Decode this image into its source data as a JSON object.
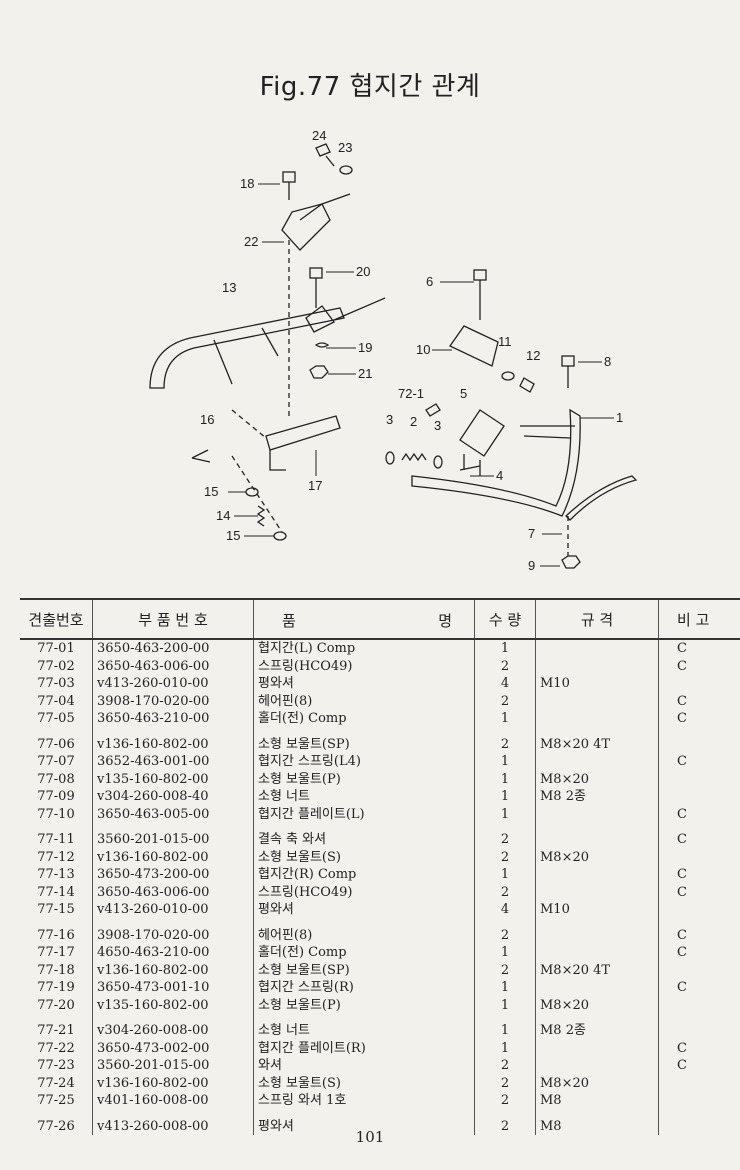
{
  "title": "Fig.77 협지간 관계",
  "callouts": [
    "24",
    "23",
    "18",
    "22",
    "20",
    "13",
    "19",
    "21",
    "16",
    "17",
    "15",
    "14",
    "15",
    "6",
    "11",
    "12",
    "8",
    "10",
    "72-1",
    "5",
    "1",
    "3",
    "2",
    "3",
    "4",
    "7",
    "9"
  ],
  "table": {
    "headers": [
      "견출번호",
      "부 품 번 호",
      "품",
      "명",
      "수 량",
      "규 격",
      "비 고"
    ],
    "rows": [
      {
        "no": "77-01",
        "part": "3650-463-200-00",
        "name": "협지간(L) Comp",
        "qty": "1",
        "spec": "",
        "note": "C"
      },
      {
        "no": "77-02",
        "part": "3650-463-006-00",
        "name": "스프링(HCO49)",
        "qty": "2",
        "spec": "",
        "note": "C"
      },
      {
        "no": "77-03",
        "part": "v413-260-010-00",
        "name": "평와셔",
        "qty": "4",
        "spec": "M10",
        "note": ""
      },
      {
        "no": "77-04",
        "part": "3908-170-020-00",
        "name": "헤어핀(8)",
        "qty": "2",
        "spec": "",
        "note": "C"
      },
      {
        "no": "77-05",
        "part": "3650-463-210-00",
        "name": "홀더(전) Comp",
        "qty": "1",
        "spec": "",
        "note": "C"
      },
      {
        "no": "77-06",
        "part": "v136-160-802-00",
        "name": "소형 보울트(SP)",
        "qty": "2",
        "spec": "M8×20 4T",
        "note": ""
      },
      {
        "no": "77-07",
        "part": "3652-463-001-00",
        "name": "협지간 스프링(L4)",
        "qty": "1",
        "spec": "",
        "note": "C"
      },
      {
        "no": "77-08",
        "part": "v135-160-802-00",
        "name": "소형 보울트(P)",
        "qty": "1",
        "spec": "M8×20",
        "note": ""
      },
      {
        "no": "77-09",
        "part": "v304-260-008-40",
        "name": "소형 너트",
        "qty": "1",
        "spec": "M8 2종",
        "note": ""
      },
      {
        "no": "77-10",
        "part": "3650-463-005-00",
        "name": "협지간 플레이트(L)",
        "qty": "1",
        "spec": "",
        "note": "C"
      },
      {
        "no": "77-11",
        "part": "3560-201-015-00",
        "name": "결속 축 와셔",
        "qty": "2",
        "spec": "",
        "note": "C"
      },
      {
        "no": "77-12",
        "part": "v136-160-802-00",
        "name": "소형 보울트(S)",
        "qty": "2",
        "spec": "M8×20",
        "note": ""
      },
      {
        "no": "77-13",
        "part": "3650-473-200-00",
        "name": "협지간(R) Comp",
        "qty": "1",
        "spec": "",
        "note": "C"
      },
      {
        "no": "77-14",
        "part": "3650-463-006-00",
        "name": "스프링(HCO49)",
        "qty": "2",
        "spec": "",
        "note": "C"
      },
      {
        "no": "77-15",
        "part": "v413-260-010-00",
        "name": "평와셔",
        "qty": "4",
        "spec": "M10",
        "note": ""
      },
      {
        "no": "77-16",
        "part": "3908-170-020-00",
        "name": "헤어핀(8)",
        "qty": "2",
        "spec": "",
        "note": "C"
      },
      {
        "no": "77-17",
        "part": "4650-463-210-00",
        "name": "홀더(전) Comp",
        "qty": "1",
        "spec": "",
        "note": "C"
      },
      {
        "no": "77-18",
        "part": "v136-160-802-00",
        "name": "소형 보울트(SP)",
        "qty": "2",
        "spec": "M8×20 4T",
        "note": ""
      },
      {
        "no": "77-19",
        "part": "3650-473-001-10",
        "name": "협지간 스프링(R)",
        "qty": "1",
        "spec": "",
        "note": "C"
      },
      {
        "no": "77-20",
        "part": "v135-160-802-00",
        "name": "소형 보울트(P)",
        "qty": "1",
        "spec": "M8×20",
        "note": ""
      },
      {
        "no": "77-21",
        "part": "v304-260-008-00",
        "name": "소형 너트",
        "qty": "1",
        "spec": "M8 2종",
        "note": ""
      },
      {
        "no": "77-22",
        "part": "3650-473-002-00",
        "name": "협지간 플레이트(R)",
        "qty": "1",
        "spec": "",
        "note": "C"
      },
      {
        "no": "77-23",
        "part": "3560-201-015-00",
        "name": "와셔",
        "qty": "2",
        "spec": "",
        "note": "C"
      },
      {
        "no": "77-24",
        "part": "v136-160-802-00",
        "name": "소형 보울트(S)",
        "qty": "2",
        "spec": "M8×20",
        "note": ""
      },
      {
        "no": "77-25",
        "part": "v401-160-008-00",
        "name": "스프링 와셔 1호",
        "qty": "2",
        "spec": "M8",
        "note": ""
      },
      {
        "no": "77-26",
        "part": "v413-260-008-00",
        "name": "평와셔",
        "qty": "2",
        "spec": "M8",
        "note": ""
      }
    ]
  },
  "page_number": "101"
}
